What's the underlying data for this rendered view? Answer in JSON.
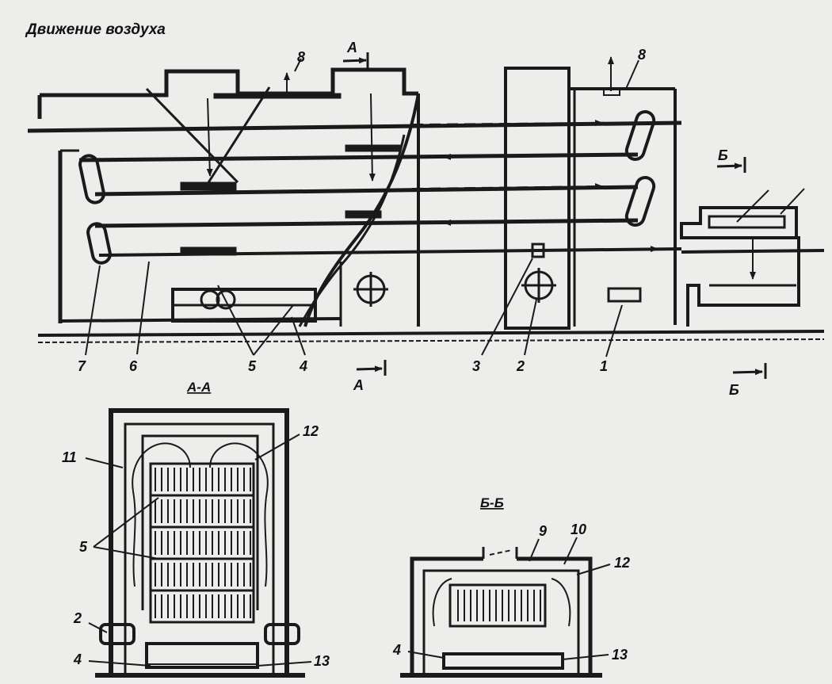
{
  "title": "Движение воздуха",
  "sections": {
    "aa_top": "А",
    "aa_bottom": "А",
    "bb_top": "Б",
    "bb_bottom": "Б",
    "aa_view": "А-А",
    "bb_view": "Б-Б"
  },
  "callouts": {
    "n1": "1",
    "n2": "2",
    "n3": "3",
    "n4": "4",
    "n5": "5",
    "n6": "6",
    "n7": "7",
    "n8a": "8",
    "n8b": "8",
    "aa_n11": "11",
    "aa_n12": "12",
    "aa_n5": "5",
    "aa_n2": "2",
    "aa_n4": "4",
    "aa_n13": "13",
    "bb_n9": "9",
    "bb_n10": "10",
    "bb_n12": "12",
    "bb_n4": "4",
    "bb_n13": "13"
  },
  "colors": {
    "ink": "#1a1a1a",
    "paper": "#ededec"
  }
}
